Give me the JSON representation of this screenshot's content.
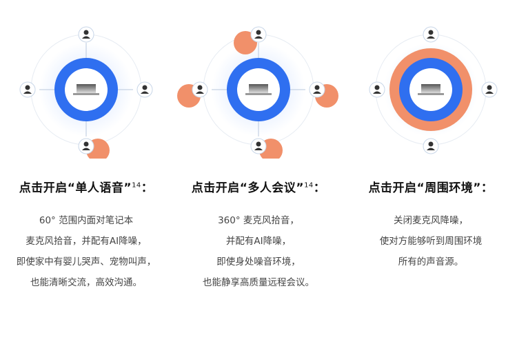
{
  "sections": [
    {
      "title": "点击开启“单人语音”",
      "superscript": "14",
      "colon": "：",
      "lines": [
        "60°  范围内面对笔记本",
        "麦克风拾音，并配有AI降噪，",
        "即使家中有婴儿哭声、宠物叫声，",
        "也能清晰交流，高效沟通。"
      ],
      "active_mic": "bottom",
      "ring": "blue"
    },
    {
      "title": "点击开启“多人会议”",
      "superscript": "14",
      "colon": "：",
      "lines": [
        "360°  麦克风拾音，",
        "并配有AI降噪，",
        "即使身处噪音环境，",
        "也能静享高质量远程会议。"
      ],
      "active_mic": "all",
      "ring": "blue"
    },
    {
      "title": "点击开启“周围环境”",
      "superscript": "",
      "colon": "：",
      "lines": [
        "关闭麦克风降噪，",
        "使对方能够听到周围环境",
        "所有的声音源。"
      ],
      "active_mic": "none",
      "ring": "orange"
    }
  ],
  "colors": {
    "blue": "#2f6ff0",
    "orange": "#f1906a",
    "person": "#333333",
    "node_border": "#c8d6e8"
  }
}
